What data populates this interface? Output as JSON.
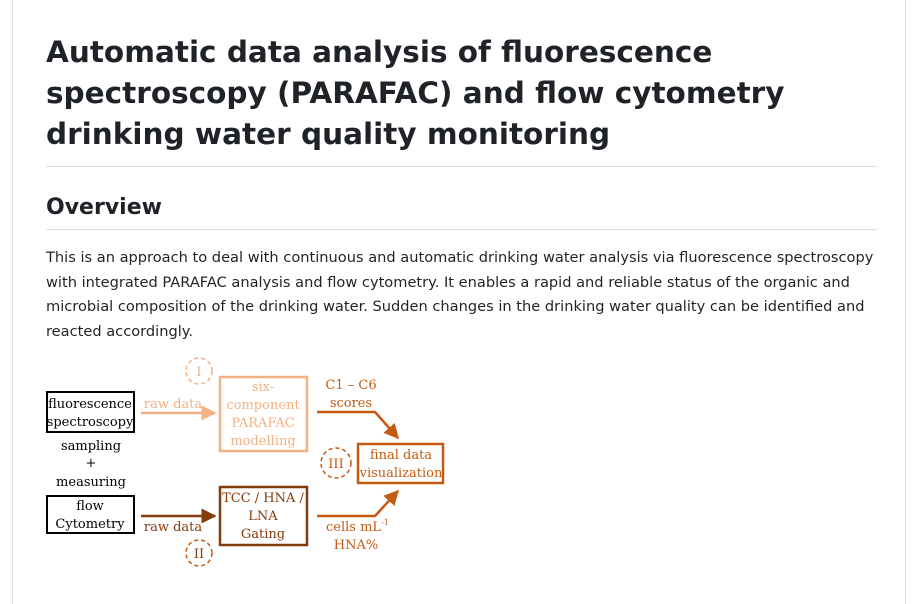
{
  "readme": {
    "title": "Automatic data analysis of fluorescence spectroscopy (PARAFAC) and flow cytometry drinking water quality monitoring",
    "overview_heading": "Overview",
    "overview_text": "This is an approach to deal with continuous and automatic drinking water analysis via fluorescence spectroscopy with integrated PARAFAC analysis and flow cytometry. It enables a rapid and reliable status of the organic and microbial composition of the drinking water. Sudden changes in the drinking water quality can be identified and reacted accordingly."
  },
  "diagram": {
    "colors": {
      "black": "#000000",
      "light_orange": "#f4b183",
      "orange": "#c55a11",
      "dark_brown": "#843c0c"
    },
    "fluorescence_box": [
      "fluorescence",
      "spectroscopy"
    ],
    "sampling_text": [
      "sampling",
      "+",
      "measuring"
    ],
    "flow_box": [
      "flow",
      "Cytometry"
    ],
    "raw_data_top": "raw data",
    "raw_data_bottom": "raw data",
    "step_1": "I",
    "step_2": "II",
    "step_3": "III",
    "parafac_box": [
      "six-",
      "component",
      "PARAFAC",
      "modelling"
    ],
    "gating_box": [
      "TCC / HNA /",
      "LNA",
      "Gating"
    ],
    "scores_text": [
      "C1 – C6",
      "scores"
    ],
    "cells_text": "cells mL",
    "cells_superscript": "-1",
    "hna_text": "HNA%",
    "final_box": [
      "final data",
      "visualization"
    ]
  }
}
